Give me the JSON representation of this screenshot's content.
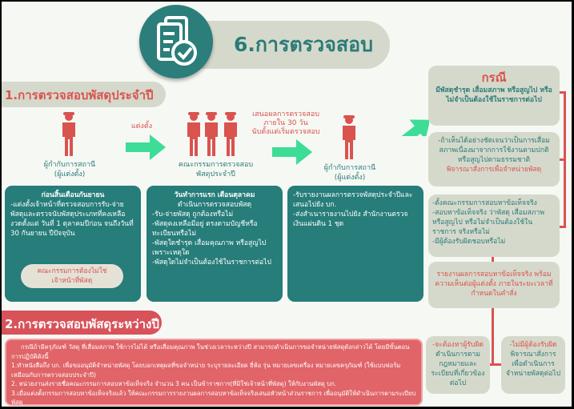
{
  "header": {
    "title": "6.การตรวจสอบ",
    "icon": "document-check-icon"
  },
  "section1": {
    "title": "1.การตรวจสอบพัสดุประจำปี",
    "flow": {
      "actor1": [
        "ผู้กำกับการสถานี",
        "(ผู้แต่งตั้ง)"
      ],
      "arrow1_label": "แต่งตั้ง",
      "actor2": [
        "คณะกรรมการตรวจสอบ",
        "พัสดุประจำปี"
      ],
      "arrow2_label": [
        "เสนอผลการตรวจสอบ",
        "ภายใน 30 วัน",
        "นับตั้งแต่เริ่มตรวจสอบ"
      ],
      "actor3": [
        "ผู้กำกับการสถานี",
        "(ผู้แต่งตั้ง)"
      ]
    },
    "boxes": [
      {
        "heading": "ก่อนสิ้นเดือนกันยายน",
        "text": "-แต่งตั้งเจ้าหน้าที่ตรวจสอบการรับ-จ่ายพัสดุและตรวจนับพัสดุประเภทที่คงเหลือ งวดตั้งแต่ วันที่ 1 ตุลาคมปีก่อน จนถึงวันที่ 30 กันยายน ปีปัจจุบัน",
        "note": [
          "คณะกรรมการต้องไม่ใช่",
          "เจ้าหน้าที่พัสดุ"
        ]
      },
      {
        "heading": "วันทำการแรก เดือนตุลาคม",
        "subheading": "ดำเนินการตรวจสอบพัสดุ",
        "items": [
          "-รับ-จ่ายพัสดุ ถูกต้องหรือไม่",
          "-พัสดุคงเหลือมีอยู่ ตรงตามบัญชีหรือทะเบียนหรือไม่",
          "-พัสดุใดชำรุด เสื่อมคุณภาพ หรือสูญไปเพราะเหตุใด",
          "-พัสดุใดไม่จำเป็นต้องใช้ในราชการต่อไป"
        ]
      },
      {
        "items": [
          "-รับรายงานผลการตรวจพัสดุประจำปีและเสนอไปยัง บก.",
          "-ส่งสำเนารายงานไปยัง สำนักงานตรวจเงินแผ่นดิน 1 ชุด"
        ]
      }
    ]
  },
  "case": {
    "title": "กรณี",
    "condition": "มีพัสดุชำรุด เสื่อมสภาพ หรือสูญไป หรือไม่จำเป็นต้องใช้ในราชการต่อไป",
    "branch1": {
      "text": "-ถ้าเห็นได้อย่างชัดเจนว่าเป็นการเสื่อมสภาพเนื่องมาจากการใช้งานตามปกติ หรือสูญไปตามธรรมชาติ",
      "action": "พิจารณาสั่งการเพื่อจำหน่ายพัสดุ"
    },
    "branch2": {
      "items": [
        "-ตั้งคณะกรรมการสอบหาข้อเท็จจริง",
        "-สอบหาข้อเท็จจริง ว่าพัสดุ เสื่อมสภาพหรือสูญไป หรือไม่จำเป็นต้องใช้ในราชการ จริงหรือไม่",
        "-มีผู้ต้องรับผิดชอบหรือไม่"
      ]
    },
    "report": "รายงานผลการสอบหาข้อเท็จจริง พร้อมความเห็นต่อผู้แต่งตั้ง ภายในระยะเวลาที่กำหนดในคำสั่ง",
    "outcome1": {
      "title": "-จะต้องหาผู้รับผิด",
      "text": "ดำเนินการตามกฎหมายและระเบียบที่เกี่ยวข้องต่อไป"
    },
    "outcome2": {
      "title": "-ไม่มีผู้ต้องรับผิด",
      "text": "พิจารณาสั่งการเพื่อดำเนินการจำหน่ายพัสดุต่อไป"
    }
  },
  "section2": {
    "title": "2.การตรวจสอบพัสดุระหว่างปี",
    "intro": "กรณีถ้ามีครุภัณฑ์ วัสดุ ที่เสื่อมสภาพ ใช้การไม่ได้ หรือเสื่อมคุณภาพ ในช่วงเวลาระหว่างปี สามารถดำเนินการขอจำหน่ายพัสดุดังกล่าวได้ โดยมีขั้นตอนการปฏิบัติดังนี้",
    "steps": [
      "1.ทำหนังสือถึง บก. เพื่อขออนุมัติจำหน่ายพัสดุ โดยบอกเหตุผลที่ขอจำหน่าย ระบุรายละเอียด ยี่ห้อ รุ่น หมายเลขเครื่อง หมายเลขครุภัณฑ์ (ใช้แบบฟอร์มเหมือนกับการตรวจสอบประจำปี)",
      "2. หน่วยงานส่งรายชื่อคณะกรรมการสอบหาข้อเท็จจริง จำนวน 3 คน เป็นข้าราชการ(ที่มิใช่เจ้าหน้าที่พัสดุ) ให้กับงานพัสดุ บก.",
      "3.เมื่อแต่งตั้งกรรมการสอบหาข้อเท็จจริงแล้ว ให้คณะกรรมการรายงานผลการสอบหาข้อเท็จจริงเสนอหัวหน้าส่วนราชการ เพื่ออนุมัติให้ดำเนินการตามระเบียบพัสดุ"
    ]
  },
  "colors": {
    "teal": "#267d7a",
    "red": "#d9534f",
    "beige": "#d5d9cb",
    "arrow": "#3ddc97"
  }
}
